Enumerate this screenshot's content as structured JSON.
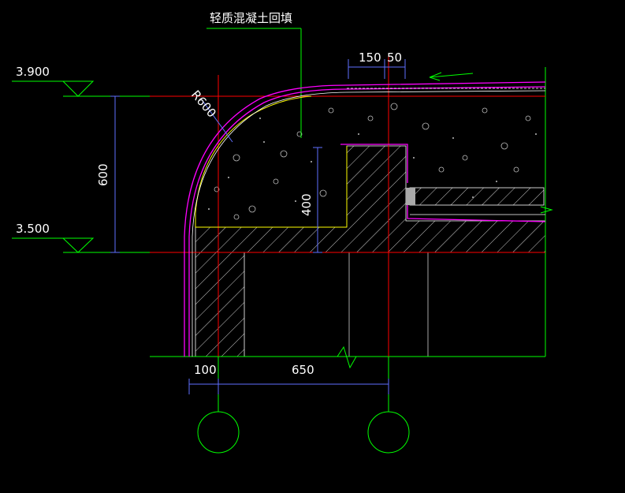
{
  "labels": {
    "fill_note": "轻质混凝土回填",
    "elev_top": "3.900",
    "elev_bottom": "3.500",
    "dim_height": "600",
    "dim_radius": "R600",
    "dim_150": "150",
    "dim_50": "50",
    "dim_400": "400",
    "dim_100": "100",
    "dim_650": "650"
  },
  "colors": {
    "background": "#000000",
    "axis_red": "#ff0000",
    "outline_green": "#00ff00",
    "membrane_magenta": "#ff00ff",
    "dim_blue": "#5a6aff",
    "hatch_white": "#ffffff",
    "yellow_line": "#ffff00",
    "text_white": "#ffffff"
  }
}
